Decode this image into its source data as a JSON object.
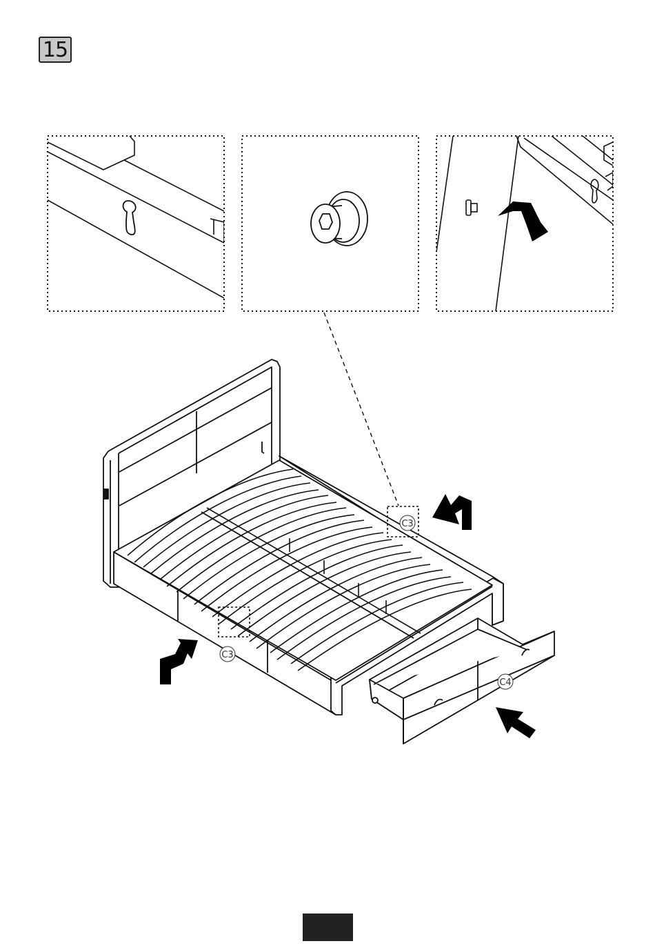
{
  "step": {
    "number": "15"
  },
  "callouts": {
    "c3_rear": "C3",
    "c3_front": "C3",
    "c4_drawer": "C4"
  },
  "icons": [
    "keyhole-slot-icon",
    "bolt-icon",
    "insert-arrow-icon",
    "bed-frame-icon",
    "drawer-icon",
    "push-arrow-icon"
  ],
  "colors": {
    "badge_fill": "#c8c8c8",
    "line": "#111111",
    "arrow": "#000000",
    "page_tab": "#222222"
  }
}
